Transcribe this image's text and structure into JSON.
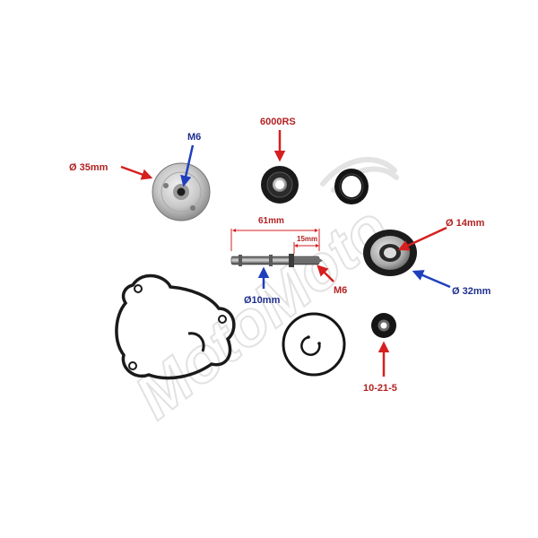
{
  "watermark": {
    "text": "MotoMoto"
  },
  "labels": {
    "cap_diameter": "Ø 35mm",
    "cap_thread": "M6",
    "bearing_code": "6000RS",
    "shaft_length": "61mm",
    "shaft_thread_length": "15mm",
    "shaft_diameter": "Ø10mm",
    "shaft_thread": "M6",
    "seal_inner": "Ø 14mm",
    "seal_outer": "Ø 32mm",
    "small_seal": "10-21-5"
  },
  "colors": {
    "red_arrow": "#d61f1f",
    "blue_arrow": "#1f3fbf",
    "red_text": "#b22222",
    "blue_text": "#1f2f8f"
  }
}
